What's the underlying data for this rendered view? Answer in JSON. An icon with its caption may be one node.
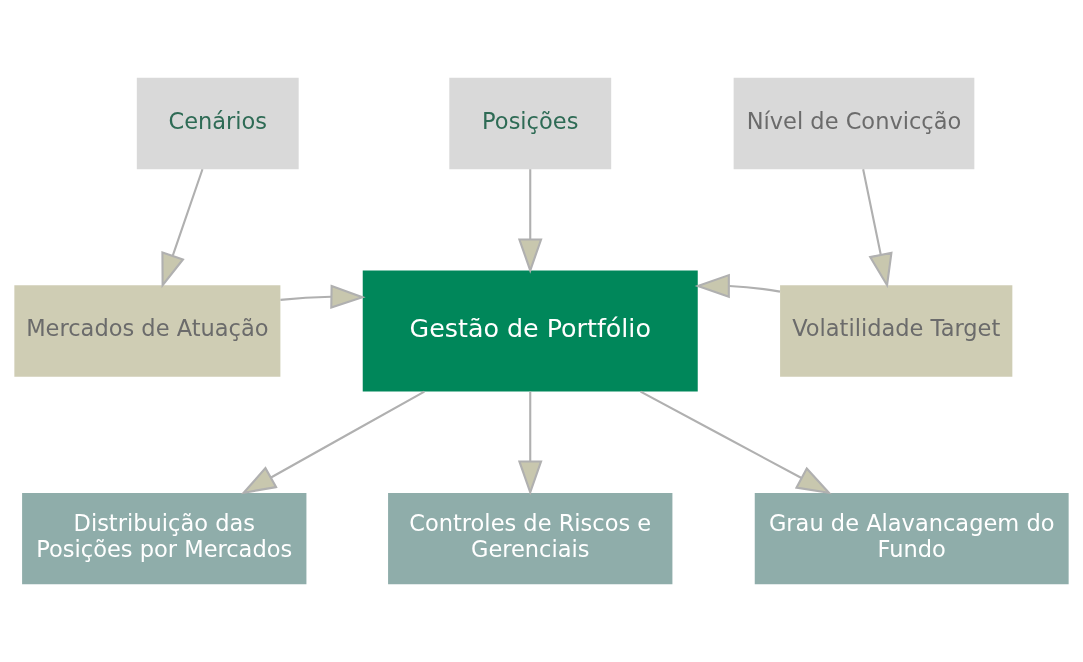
{
  "diagram": {
    "nodes": [
      {
        "text": [
          "Cenários"
        ]
      },
      {
        "text": [
          "Posições"
        ]
      },
      {
        "text": [
          "Nível de Convicção"
        ]
      },
      {
        "text": [
          "Mercados de Atuação"
        ]
      },
      {
        "text": [
          "Gestão de Portfólio"
        ]
      },
      {
        "text": [
          "Volatilidade Target"
        ]
      },
      {
        "text": [
          "Distribuição das Posições por Mercados"
        ]
      },
      {
        "text": [
          "Controles de Riscos e Gerenciais"
        ]
      },
      {
        "text": [
          "Grau de Alavancagem do Fundo"
        ]
      }
    ],
    "edges": [
      {
        "from": 0,
        "to": 3,
        "arrow": "to"
      },
      {
        "from": 1,
        "to": 4,
        "arrow": "to"
      },
      {
        "from": 2,
        "to": 5,
        "arrow": "to"
      },
      {
        "from": 3,
        "to": 4,
        "arrow": "to"
      },
      {
        "from": 5,
        "to": 4,
        "arrow": "to"
      },
      {
        "from": 4,
        "to": 6,
        "arrow": "to"
      },
      {
        "from": 4,
        "to": 7,
        "arrow": "to"
      },
      {
        "from": 4,
        "to": 8,
        "arrow": "to"
      }
    ]
  }
}
